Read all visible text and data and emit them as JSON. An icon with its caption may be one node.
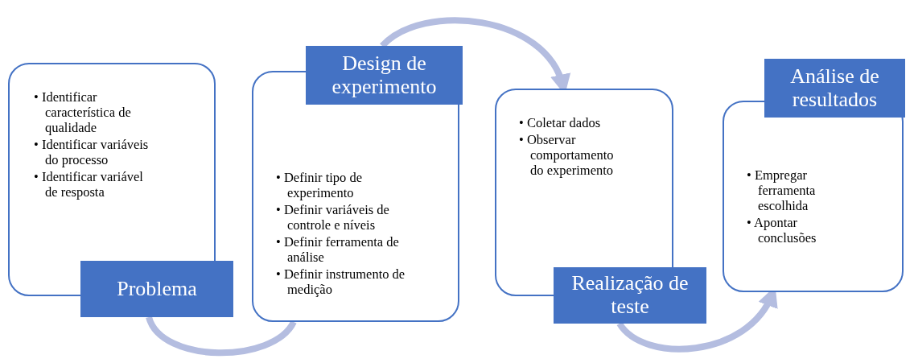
{
  "diagram": {
    "nodes": [
      {
        "text": [
          "• Identificar característica de qualidade",
          "• Identificar variáveis do processo",
          "• Identificar variável de resposta"
        ]
      },
      {
        "text": [
          "Problema"
        ]
      },
      {
        "text": [
          "Design de experimento"
        ]
      },
      {
        "text": [
          "• Definir tipo de experimento",
          "• Definir variáveis de controle e níveis",
          "• Definir ferramenta de análise",
          "• Definir instrumento de medição"
        ]
      },
      {
        "text": [
          "• Coletar dados",
          "• Observar comportamento do experimento"
        ]
      },
      {
        "text": [
          "Realização de teste"
        ]
      },
      {
        "text": [
          "Análise de resultados"
        ]
      },
      {
        "text": [
          "• Empregar ferramenta escolhida",
          "• Apontar conclusões"
        ]
      }
    ],
    "edges": [
      {
        "from": 1,
        "to": 3,
        "arrow": "none"
      },
      {
        "from": 2,
        "to": 4,
        "arrow": "to"
      },
      {
        "from": 5,
        "to": 7,
        "arrow": "to"
      }
    ]
  }
}
